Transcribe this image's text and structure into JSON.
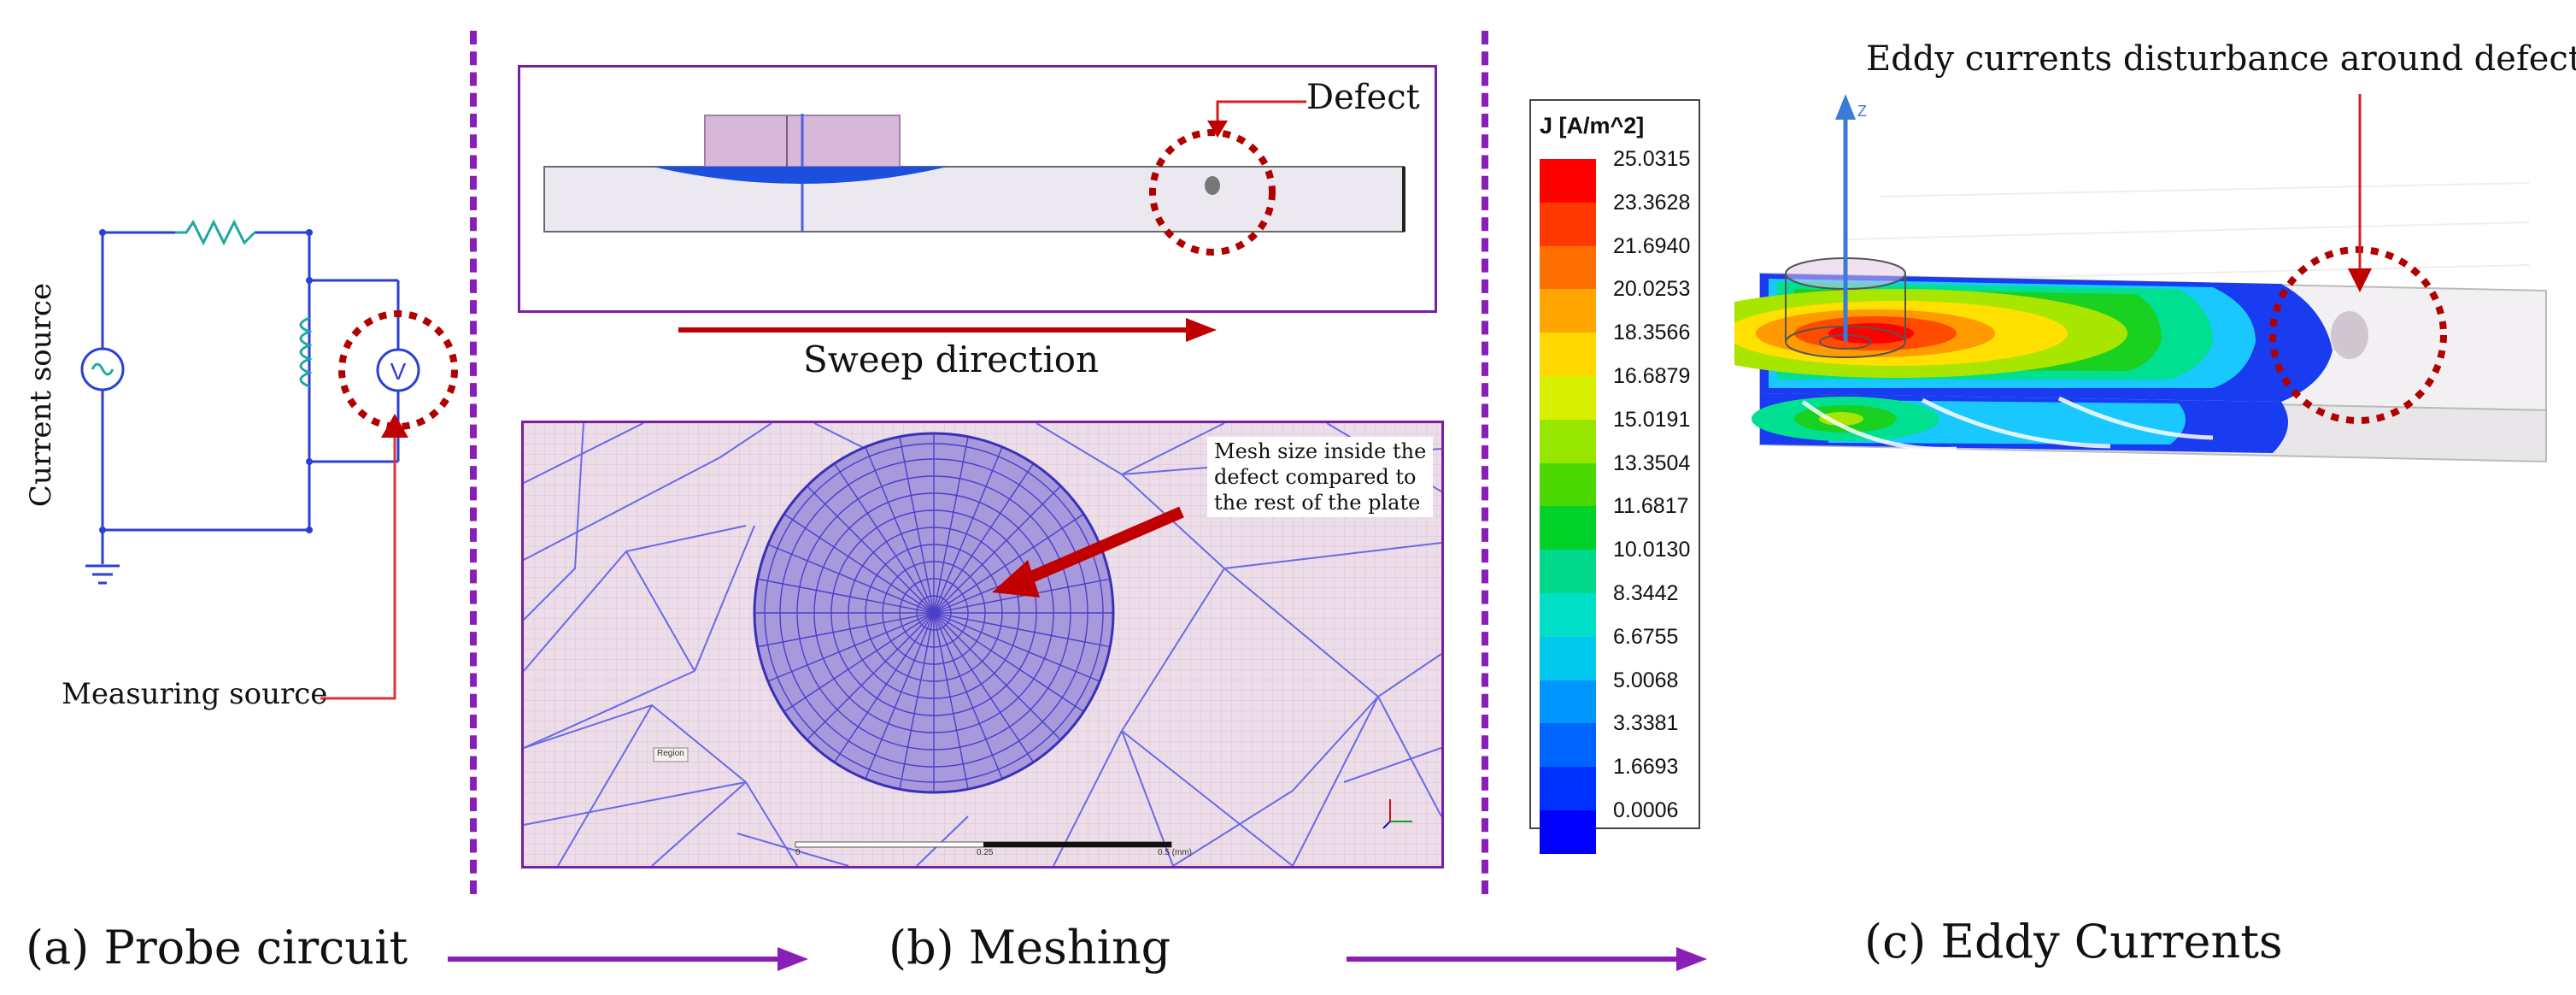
{
  "panel_a": {
    "caption": "(a) Probe circuit",
    "current_source_label": "Current source",
    "measuring_source_label": "Measuring source",
    "voltmeter_symbol": "V",
    "icons": [
      "ground-icon",
      "current-source-icon",
      "resistor-icon",
      "inductor-icon",
      "voltmeter-icon"
    ]
  },
  "panel_b": {
    "caption": "(b) Meshing",
    "defect_label": "Defect",
    "sweep_label": "Sweep direction",
    "mesh_annotation": [
      "Mesh size inside the",
      "defect compared to",
      "the rest of the plate"
    ],
    "region_tag": "Region",
    "scale_labels": [
      "0",
      "0.25",
      "0.5 (mm)"
    ]
  },
  "legend": {
    "title": "J [A/m^2]",
    "values": [
      "25.0315",
      "23.3628",
      "21.6940",
      "20.0253",
      "18.3566",
      "16.6879",
      "15.0191",
      "13.3504",
      "11.6817",
      "10.0130",
      "8.3442",
      "6.6755",
      "5.0068",
      "3.3381",
      "1.6693",
      "0.0006"
    ],
    "colors": [
      "#ff0000",
      "#ff3a00",
      "#ff7000",
      "#ffa500",
      "#ffd800",
      "#d8f000",
      "#96e600",
      "#4ad800",
      "#00d229",
      "#00d98c",
      "#00e0c8",
      "#00c8ec",
      "#0096ff",
      "#0064ff",
      "#0032ff",
      "#0000ff"
    ]
  },
  "panel_c": {
    "caption": "(c) Eddy Currents",
    "annotation": "Eddy currents disturbance around defect",
    "axis_label": "Z"
  }
}
